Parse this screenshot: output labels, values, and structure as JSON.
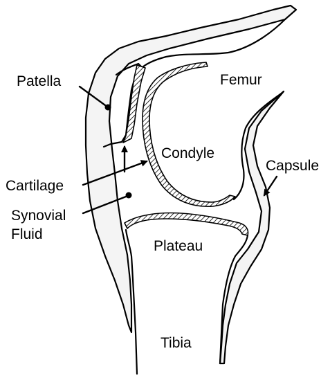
{
  "labels": {
    "patella": "Patella",
    "femur": "Femur",
    "condyle": "Condyle",
    "capsule": "Capsule",
    "cartilage": "Cartilage",
    "synovial_line1": "Synovial",
    "synovial_line2": "Fluid",
    "plateau": "Plateau",
    "tibia": "Tibia"
  },
  "colors": {
    "line": "#000000",
    "tissue_fill": "#f4f4f4",
    "background": "#ffffff"
  }
}
